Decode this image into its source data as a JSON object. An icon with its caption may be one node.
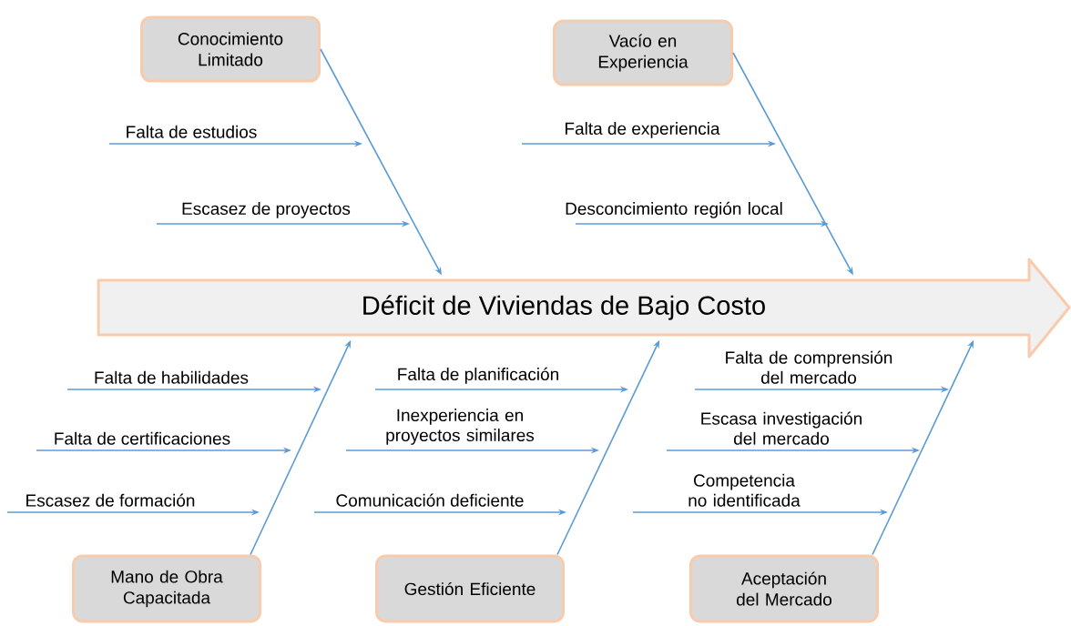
{
  "diagram": {
    "nodes": [
      {
        "text": [
          "Déficit de Viviendas de Bajo Costo"
        ]
      },
      {
        "text": [
          "Conocimiento Limitado"
        ]
      },
      {
        "text": [
          "Vacío en Experiencia"
        ]
      },
      {
        "text": [
          "Mano de Obra Capacitada"
        ]
      },
      {
        "text": [
          "Gestión Eficiente"
        ]
      },
      {
        "text": [
          "Aceptación del Mercado"
        ]
      },
      {
        "text": [
          "Falta de estudios"
        ]
      },
      {
        "text": [
          "Escasez de proyectos"
        ]
      },
      {
        "text": [
          "Falta de experiencia"
        ]
      },
      {
        "text": [
          "Desconcimiento región local"
        ]
      },
      {
        "text": [
          "Falta de habilidades"
        ]
      },
      {
        "text": [
          "Falta de certificaciones"
        ]
      },
      {
        "text": [
          "Escasez de formación"
        ]
      },
      {
        "text": [
          "Falta de planificación"
        ]
      },
      {
        "text": [
          "Inexperiencia en proyectos similares"
        ]
      },
      {
        "text": [
          "Comunicación deficiente"
        ]
      },
      {
        "text": [
          "Falta de comprensión del mercado"
        ]
      },
      {
        "text": [
          "Escasa investigación del mercado"
        ]
      },
      {
        "text": [
          "Competencia no identificada"
        ]
      }
    ],
    "edges": [
      {
        "from": 1,
        "to": 0,
        "arrow": "to"
      },
      {
        "from": 2,
        "to": 0,
        "arrow": "to"
      },
      {
        "from": 3,
        "to": 0,
        "arrow": "to"
      },
      {
        "from": 4,
        "to": 0,
        "arrow": "to"
      },
      {
        "from": 5,
        "to": 0,
        "arrow": "to"
      },
      {
        "from": 6,
        "to": null,
        "arrow": "to"
      },
      {
        "from": 7,
        "to": null,
        "arrow": "to"
      },
      {
        "from": 8,
        "to": null,
        "arrow": "to"
      },
      {
        "from": 9,
        "to": null,
        "arrow": "to"
      },
      {
        "from": 10,
        "to": null,
        "arrow": "to"
      },
      {
        "from": 11,
        "to": null,
        "arrow": "to"
      },
      {
        "from": 12,
        "to": null,
        "arrow": "to"
      },
      {
        "from": 13,
        "to": null,
        "arrow": "to"
      },
      {
        "from": 14,
        "to": null,
        "arrow": "to"
      },
      {
        "from": 15,
        "to": null,
        "arrow": "to"
      },
      {
        "from": 16,
        "to": null,
        "arrow": "to"
      },
      {
        "from": 17,
        "to": null,
        "arrow": "to"
      },
      {
        "from": 18,
        "to": null,
        "arrow": "to"
      }
    ]
  }
}
